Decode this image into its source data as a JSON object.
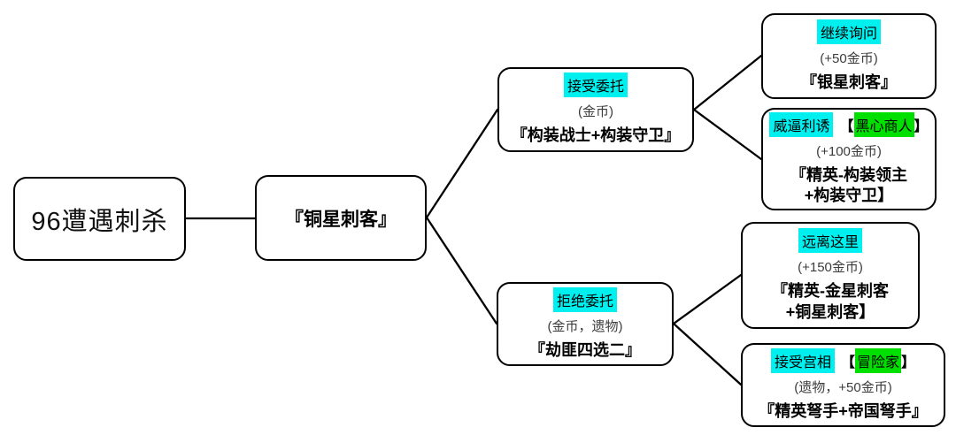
{
  "colors": {
    "action_highlight": "#00f0f0",
    "trait_highlight": "#00e000",
    "edge_color": "#000000"
  },
  "symbols": {
    "bracket_open": "【",
    "bracket_close": "】"
  },
  "nodes": {
    "root": {
      "label": "96遭遇刺杀"
    },
    "encounter": {
      "label": "『铜星刺客』"
    },
    "accept": {
      "action": "接受委托",
      "reward": "(金币)",
      "result": "『构装战士+构装守卫』"
    },
    "refuse": {
      "action": "拒绝委托",
      "reward": "(金币，遗物)",
      "result": "『劫匪四选二』"
    },
    "continue_ask": {
      "action": "继续询问",
      "reward": "(+50金币)",
      "result": "『银星刺客』"
    },
    "intimidate": {
      "action": "威逼利诱",
      "trait": "黑心商人",
      "reward": "(+100金币)",
      "result": "『精英-构装领主+构装守卫】"
    },
    "keep_away": {
      "action": "远离这里",
      "reward": "(+150金币)",
      "result": "『精英-金星刺客+铜星刺客】"
    },
    "accept_minister": {
      "action": "接受宫相",
      "trait": "冒险家",
      "reward": "(遗物，+50金币)",
      "result": "『精英弩手+帝国弩手』"
    }
  }
}
